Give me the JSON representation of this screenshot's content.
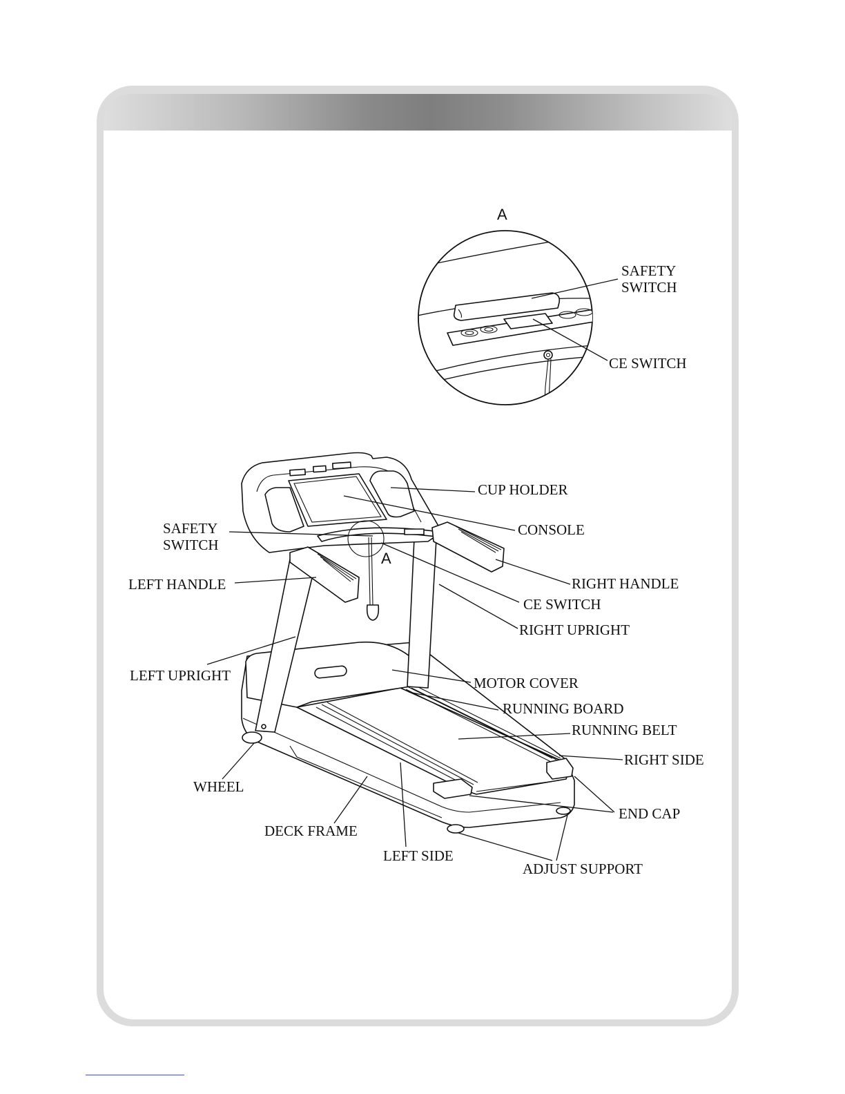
{
  "detail_callout": "A",
  "main_callout": "A",
  "detail_labels": {
    "safety_switch": [
      "SAFETY",
      "SWITCH"
    ],
    "ce_switch": "CE SWITCH"
  },
  "labels": {
    "cup_holder": "CUP HOLDER",
    "console": "CONSOLE",
    "safety_switch": [
      "SAFETY",
      "SWITCH"
    ],
    "left_handle": "LEFT HANDLE",
    "right_handle": "RIGHT HANDLE",
    "ce_switch": "CE SWITCH",
    "right_upright": "RIGHT UPRIGHT",
    "left_upright": "LEFT UPRIGHT",
    "motor_cover": "MOTOR COVER",
    "running_board": "RUNNING BOARD",
    "running_belt": "RUNNING BELT",
    "right_side": "RIGHT SIDE",
    "wheel": "WHEEL",
    "end_cap": "END CAP",
    "deck_frame": "DECK FRAME",
    "left_side": "LEFT SIDE",
    "adjust_support": "ADJUST SUPPORT"
  }
}
